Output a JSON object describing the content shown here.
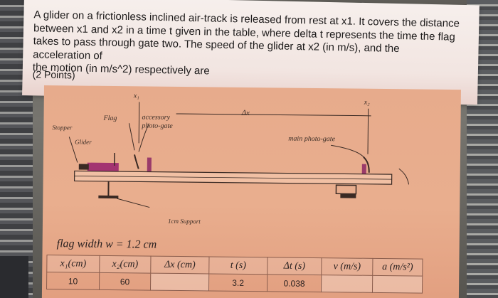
{
  "question": {
    "text": "A glider on a frictionless inclined air-track is released from rest at x1. It covers the distance\nbetween x1 and x2 in a time t given in the table, where delta t represents the time the flag\ntakes to pass through gate two. The speed of the glider at x2 (in m/s), and the acceleration of\nthe motion (in m/s^2) respectively are",
    "points": "(2 Points)"
  },
  "diagram": {
    "x1": "x₁",
    "x2": "x₂",
    "delta_x": "Δx",
    "flag": "Flag",
    "accessory_gate": "accessory\nphoto-gate",
    "stopper": "Stopper",
    "glider": "Glider",
    "main_gate": "main photo-gate",
    "support": "1cm Support"
  },
  "flag_width": "flag width w = 1.2 cm",
  "table": {
    "headers": [
      "x₁(cm)",
      "x₂(cm)",
      "Δx (cm)",
      "t (s)",
      "Δt (s)",
      "v (m/s)",
      "a (m/s²)"
    ],
    "row": [
      "10",
      "60",
      "",
      "3.2",
      "0.038",
      "",
      ""
    ]
  }
}
